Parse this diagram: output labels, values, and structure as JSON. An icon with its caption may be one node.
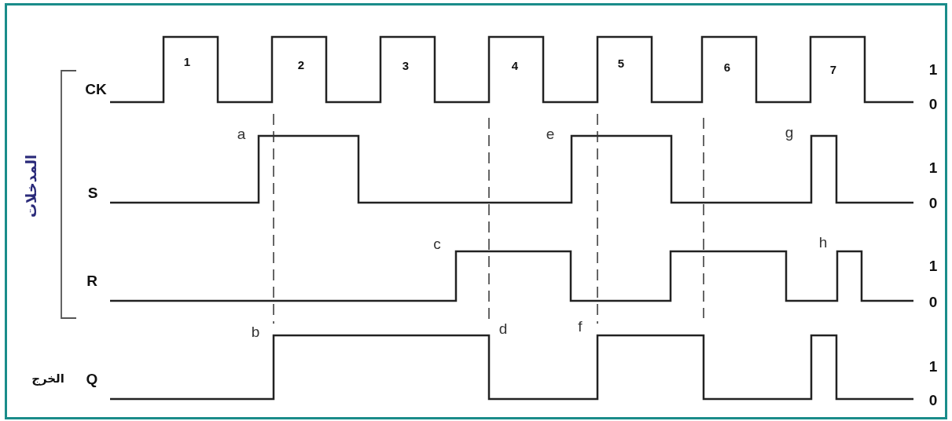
{
  "diagram": {
    "labels": [
      "1",
      "2",
      "3",
      "4",
      "5",
      "6",
      "7",
      "1",
      "CK",
      "0",
      "a",
      "e",
      "g",
      "المدخلات",
      "1",
      "S",
      "0",
      "c",
      "h",
      "1",
      "R",
      "0",
      "b",
      "d",
      "f",
      "1",
      "الخرج",
      "Q",
      "0"
    ]
  }
}
